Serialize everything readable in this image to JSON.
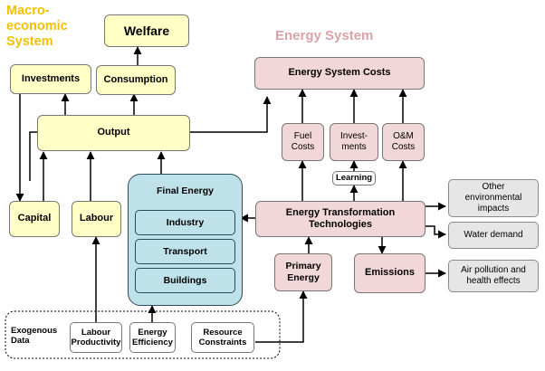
{
  "headings": {
    "macro": "Macro-\neconomic\nSystem",
    "energy": "Energy System"
  },
  "colors": {
    "macro_heading": "#f2c200",
    "energy_heading": "#d9a3a8",
    "yellow_box": "#ffffc6",
    "pink_box": "#f2d7d9",
    "blue_box": "#bfe2ea",
    "grey_box": "#e6e6e6"
  },
  "macro": {
    "welfare": "Welfare",
    "investments": "Investments",
    "consumption": "Consumption",
    "output": "Output",
    "capital": "Capital",
    "labour": "Labour"
  },
  "final_energy": {
    "title": "Final Energy",
    "industry": "Industry",
    "transport": "Transport",
    "buildings": "Buildings"
  },
  "energy": {
    "system_costs": "Energy System Costs",
    "fuel_costs": "Fuel\nCosts",
    "investments": "Invest-\nments",
    "om_costs": "O&M\nCosts",
    "learning": "Learning",
    "transformation": "Energy Transformation\nTechnologies",
    "primary_energy": "Primary\nEnergy",
    "emissions": "Emissions"
  },
  "impacts": {
    "other_env": "Other\nenvironmental\nimpacts",
    "water": "Water demand",
    "air": "Air pollution and\nhealth effects"
  },
  "exogenous": {
    "label": "Exogenous\nData",
    "labour_productivity": "Labour\nProductivity",
    "energy_efficiency": "Energy\nEfficiency",
    "resource_constraints": "Resource\nConstraints"
  }
}
